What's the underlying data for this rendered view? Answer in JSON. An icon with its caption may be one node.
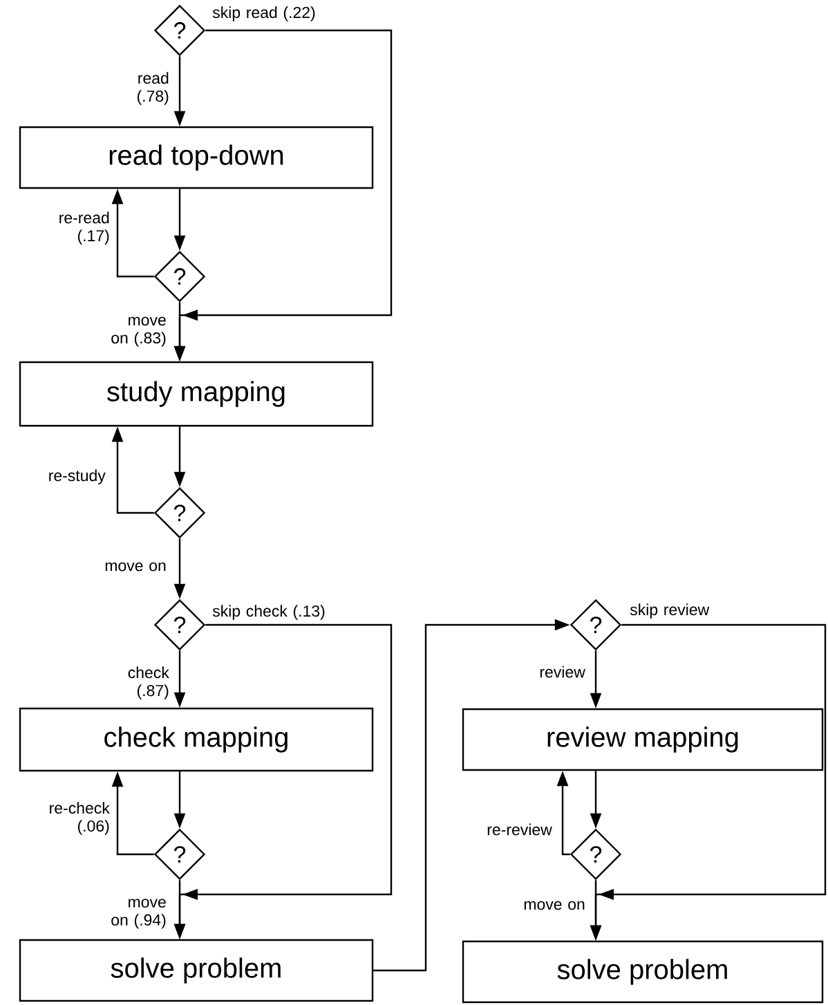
{
  "diagram": {
    "nodes": [
      {
        "text": [
          "?"
        ]
      },
      {
        "text": [
          "read top-down"
        ]
      },
      {
        "text": [
          "?"
        ]
      },
      {
        "text": [
          "study mapping"
        ]
      },
      {
        "text": [
          "?"
        ]
      },
      {
        "text": [
          "?"
        ]
      },
      {
        "text": [
          "check mapping"
        ]
      },
      {
        "text": [
          "?"
        ]
      },
      {
        "text": [
          "solve problem"
        ]
      },
      {
        "text": [
          "?"
        ]
      },
      {
        "text": [
          "review mapping"
        ]
      },
      {
        "text": [
          "?"
        ]
      },
      {
        "text": [
          "solve problem"
        ]
      }
    ],
    "edges": [
      {
        "from": 0,
        "to": 1,
        "arrow": "to",
        "label": "read (.78)"
      },
      {
        "from": 0,
        "to": 3,
        "arrow": "to",
        "label": "skip read (.22)"
      },
      {
        "from": 1,
        "to": 2,
        "arrow": "to"
      },
      {
        "from": 2,
        "to": 1,
        "arrow": "to",
        "label": "re-read (.17)"
      },
      {
        "from": 2,
        "to": 3,
        "arrow": "to",
        "label": "move on (.83)"
      },
      {
        "from": 3,
        "to": 4,
        "arrow": "to"
      },
      {
        "from": 4,
        "to": 3,
        "arrow": "to",
        "label": "re-study"
      },
      {
        "from": 4,
        "to": 5,
        "arrow": "to",
        "label": "move on"
      },
      {
        "from": 5,
        "to": 6,
        "arrow": "to",
        "label": "check (.87)"
      },
      {
        "from": 5,
        "to": 8,
        "arrow": "to",
        "label": "skip check (.13)"
      },
      {
        "from": 6,
        "to": 7,
        "arrow": "to"
      },
      {
        "from": 7,
        "to": 6,
        "arrow": "to",
        "label": "re-check (.06)"
      },
      {
        "from": 7,
        "to": 8,
        "arrow": "to",
        "label": "move on (.94)"
      },
      {
        "from": 8,
        "to": 9,
        "arrow": "to"
      },
      {
        "from": 9,
        "to": 10,
        "arrow": "to",
        "label": "review"
      },
      {
        "from": 9,
        "to": 12,
        "arrow": "to",
        "label": "skip review"
      },
      {
        "from": 10,
        "to": 11,
        "arrow": "to"
      },
      {
        "from": 11,
        "to": 10,
        "arrow": "to",
        "label": "re-review"
      },
      {
        "from": 11,
        "to": 12,
        "arrow": "to",
        "label": "move on"
      }
    ]
  }
}
